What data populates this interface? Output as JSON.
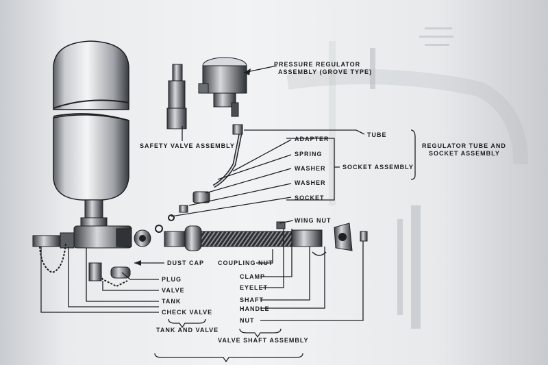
{
  "labels": {
    "pressure_regulator_1": "PRESSURE REGULATOR",
    "pressure_regulator_2": "ASSEMBLY (GROVE TYPE)",
    "safety_valve_assembly": "SAFETY VALVE ASSEMBLY",
    "tube": "TUBE",
    "adapter": "ADAPTER",
    "spring": "SPRING",
    "washer1": "WASHER",
    "washer2": "WASHER",
    "socket": "SOCKET",
    "socket_assembly": "SOCKET ASSEMBLY",
    "regulator_tube_1": "REGULATOR TUBE AND",
    "regulator_tube_2": "SOCKET ASSEMBLY",
    "wing_nut": "WING NUT",
    "dust_cap": "DUST CAP",
    "coupling_nut": "COUPLING NUT",
    "plug": "PLUG",
    "valve": "VALVE",
    "tank": "TANK",
    "check_valve": "CHECK VALVE",
    "tank_and_valve": "TANK AND VALVE",
    "clamp": "CLAMP",
    "eyelet": "EYELET",
    "shaft": "SHAFT",
    "handle": "HANDLE",
    "nut": "NUT",
    "valve_shaft_assembly": "VALVE SHAFT ASSEMBLY"
  },
  "colors": {
    "ink": "#1d1f22",
    "paper": "#f2f3f4"
  }
}
